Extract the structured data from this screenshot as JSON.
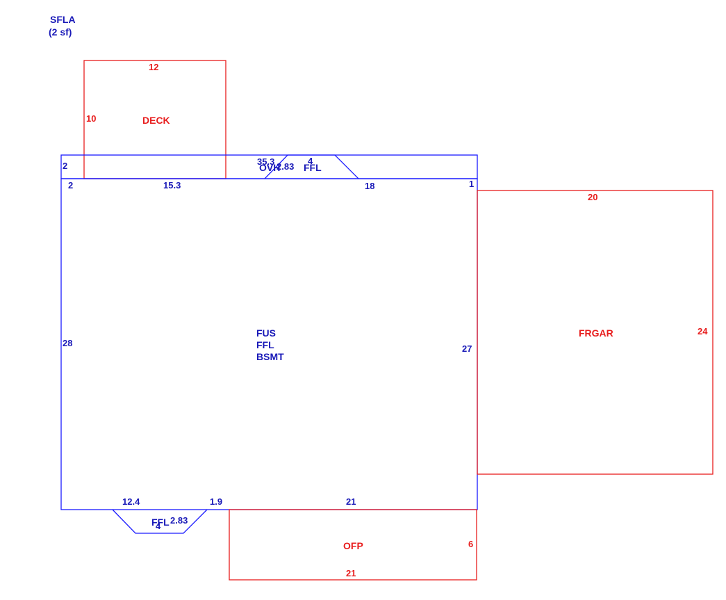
{
  "header": {
    "line1": "SFLA",
    "line2": "(2 sf)"
  },
  "areas": {
    "deck": "DECK",
    "ovh": "OVH",
    "ffl_top": "FFL",
    "main_line1": "FUS",
    "main_line2": "FFL",
    "main_line3": "BSMT",
    "frgar": "FRGAR",
    "ofp": "OFP",
    "ffl_bottom": "FFL"
  },
  "dimensions": {
    "deck_top": "12",
    "deck_left": "10",
    "ovh_left": "2",
    "main_left_top": "2",
    "main_top_seg": "15.3",
    "ovh_top_span": "35.3",
    "ffl_top_diag": "2.83",
    "ffl_top_width": "4",
    "main_top_right": "18",
    "main_right_top": "1",
    "main_left": "28",
    "main_right": "27",
    "garage_top": "20",
    "garage_right": "24",
    "main_bottom_left": "12.4",
    "main_bottom_mid": "1.9",
    "main_bottom_right": "21",
    "ffl_bottom_diag": "2.83",
    "ffl_bottom_width": "4",
    "ofp_right": "6",
    "ofp_bottom": "21"
  },
  "colors": {
    "living_area": "#1a1aff",
    "non_living_area": "#e81d1d"
  }
}
